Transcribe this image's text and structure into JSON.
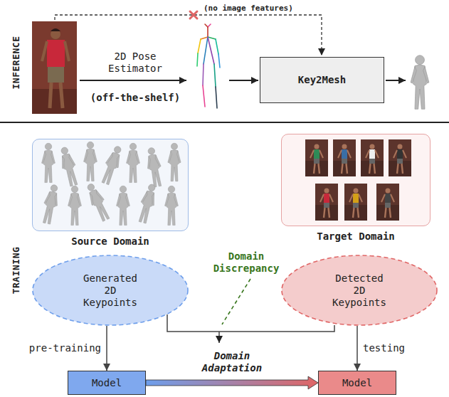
{
  "diagram": {
    "nodes": [
      {
        "text": [
          "Key2Mesh"
        ]
      },
      {
        "text": [
          "Source Domain"
        ]
      },
      {
        "text": [
          "Target Domain"
        ]
      },
      {
        "text": [
          "Generated 2D Keypoints"
        ]
      },
      {
        "text": [
          "Detected 2D Keypoints"
        ]
      },
      {
        "text": [
          "Model"
        ]
      },
      {
        "text": [
          "Model"
        ]
      }
    ],
    "edges": [
      {
        "from": 3,
        "to": 5,
        "label": "pre-training",
        "arrow": "to"
      },
      {
        "from": 4,
        "to": 6,
        "label": "testing",
        "arrow": "to"
      },
      {
        "from": 5,
        "to": 6,
        "label": "Domain Adaptation",
        "arrow": "to"
      }
    ],
    "labels": [
      "INFERENCE",
      "2D Pose Estimator",
      "(off-the-shelf)",
      "(no image features)",
      "TRAINING",
      "Domain Discrepancy"
    ]
  }
}
